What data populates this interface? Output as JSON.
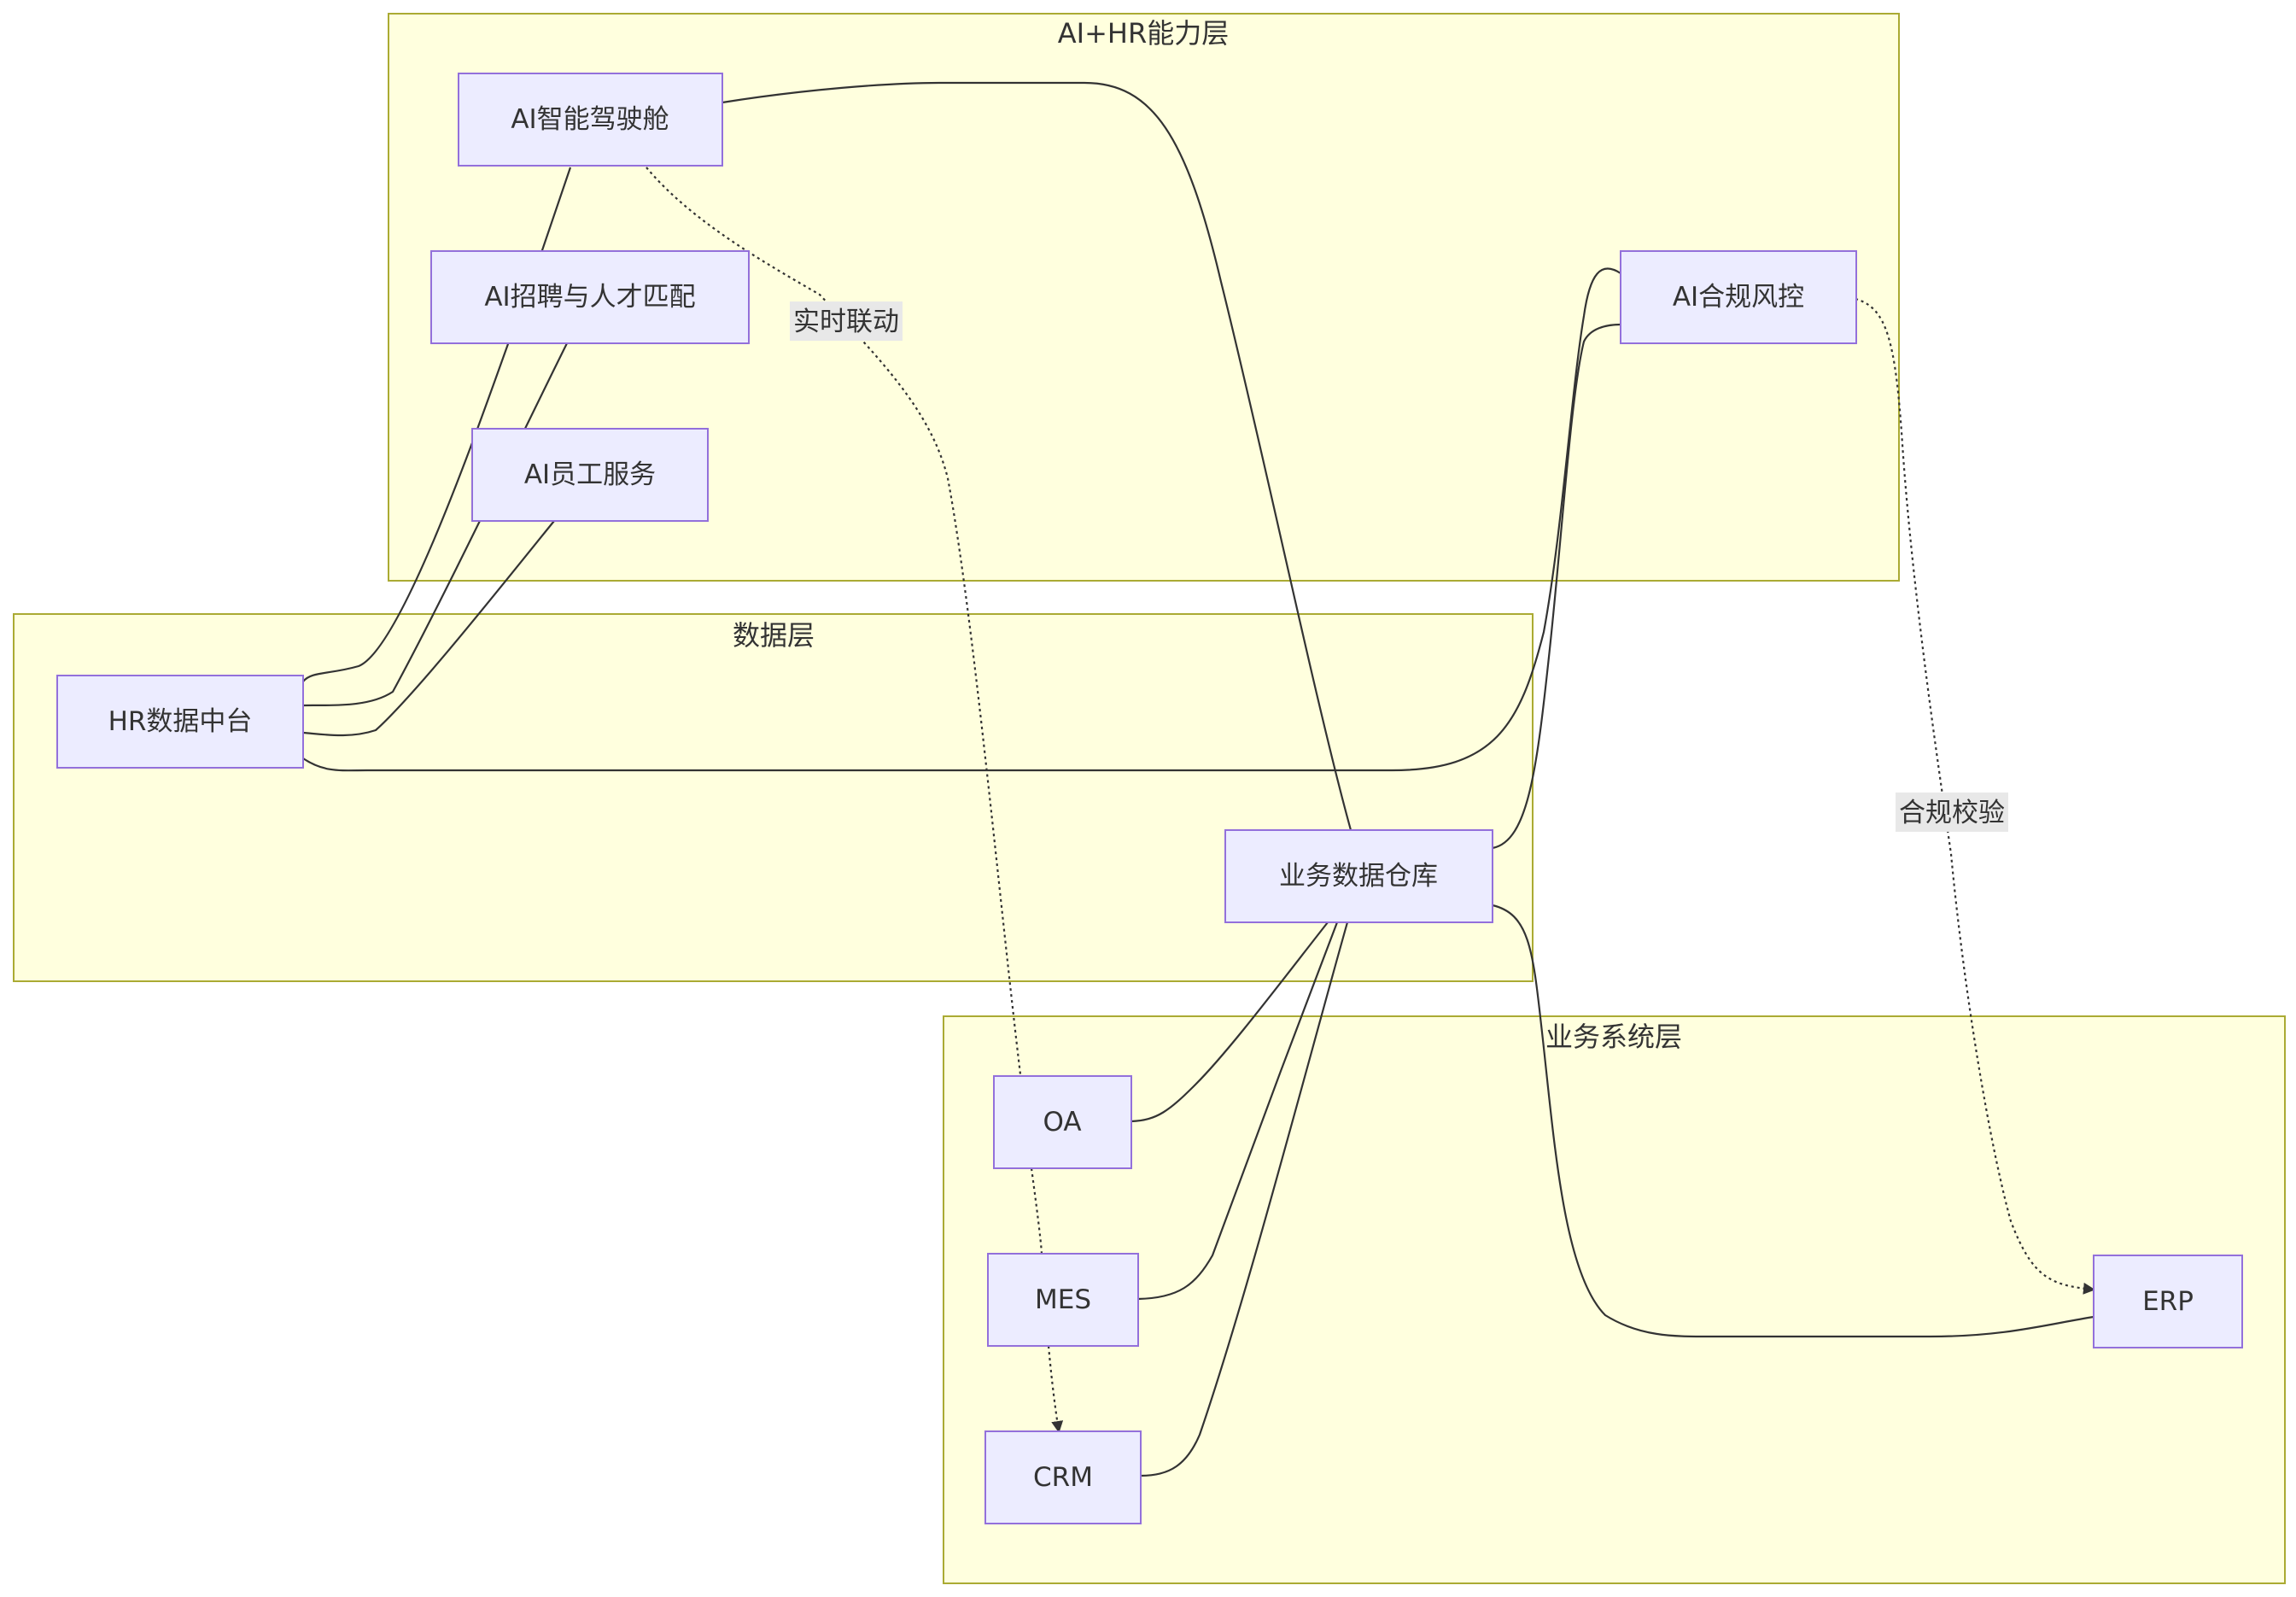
{
  "clusters": {
    "ai_hr": {
      "label": "AI+HR能力层"
    },
    "data": {
      "label": "数据层"
    },
    "business": {
      "label": "业务系统层"
    }
  },
  "nodes": {
    "ai_cockpit": {
      "label": "AI智能驾驶舱"
    },
    "ai_recruit": {
      "label": "AI招聘与人才匹配"
    },
    "ai_service": {
      "label": "AI员工服务"
    },
    "ai_compliance": {
      "label": "AI合规风控"
    },
    "hr_data": {
      "label": "HR数据中台"
    },
    "biz_warehouse": {
      "label": "业务数据仓库"
    },
    "oa": {
      "label": "OA"
    },
    "mes": {
      "label": "MES"
    },
    "crm": {
      "label": "CRM"
    },
    "erp": {
      "label": "ERP"
    }
  },
  "edge_labels": {
    "realtime": "实时联动",
    "compliance_check": "合规校验"
  },
  "colors": {
    "cluster_fill": "#ffffde",
    "cluster_stroke": "#aaaa33",
    "node_fill": "#ececff",
    "node_stroke": "#9370db",
    "edge": "#333333"
  }
}
